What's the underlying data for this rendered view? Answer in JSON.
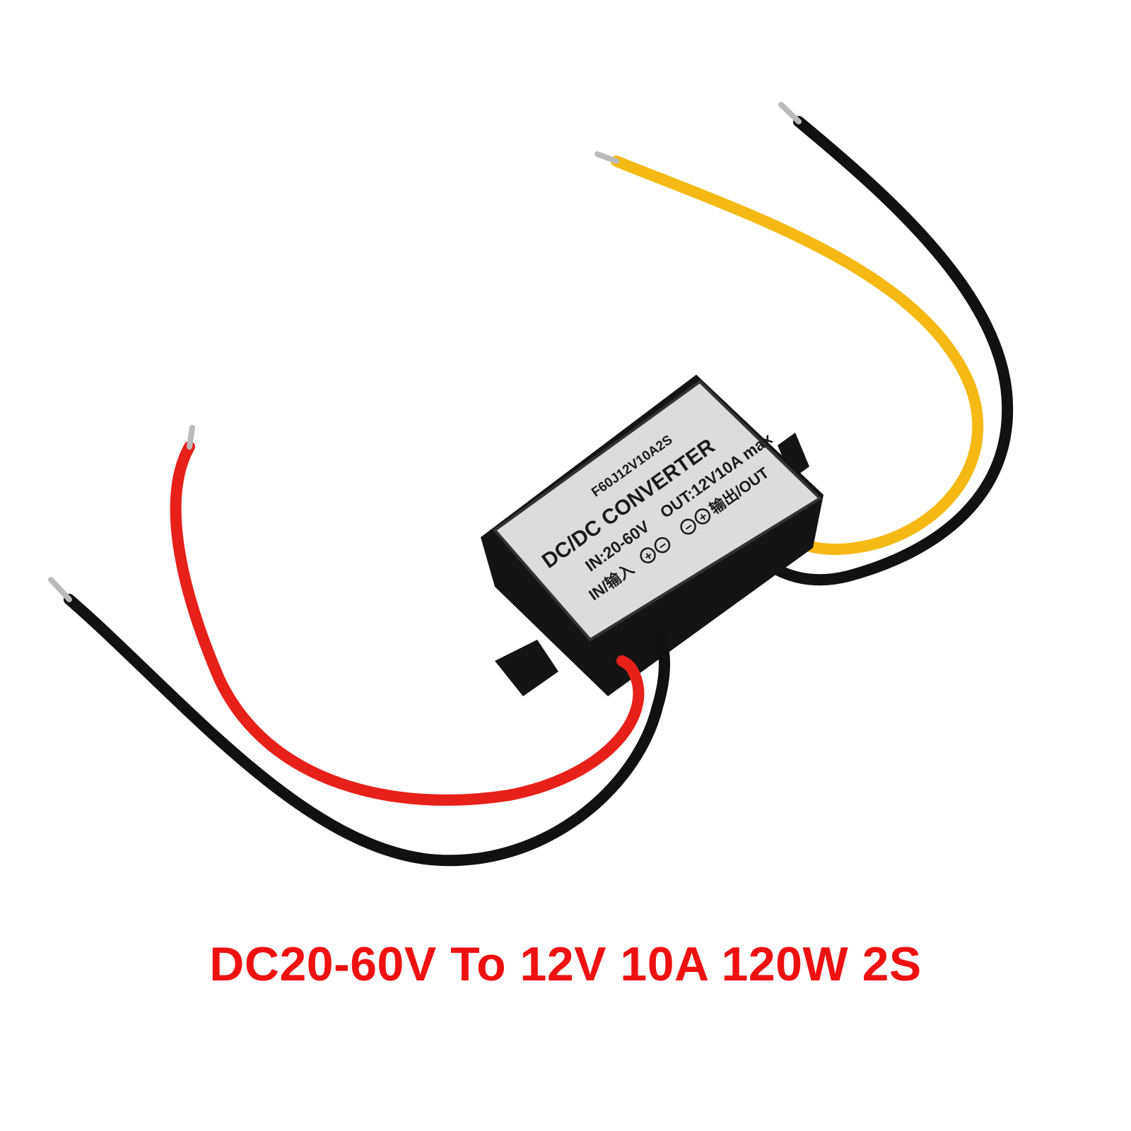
{
  "caption": "DC20-60V To 12V 10A 120W 2S",
  "product_label": {
    "model": "F60J12V10A2S",
    "title": "DC/DC CONVERTER",
    "input_spec": "IN:20-60V",
    "output_spec": "OUT:12V10A max",
    "input_terminal": "IN/输入",
    "output_terminal": "输出/OUT",
    "plus": "+",
    "minus": "−"
  },
  "colors": {
    "caption": "#ee1111",
    "wire_red": "#e8201a",
    "wire_black": "#111111",
    "wire_yellow": "#f5b914",
    "housing": "#141414",
    "label": "#dcdcdc"
  }
}
